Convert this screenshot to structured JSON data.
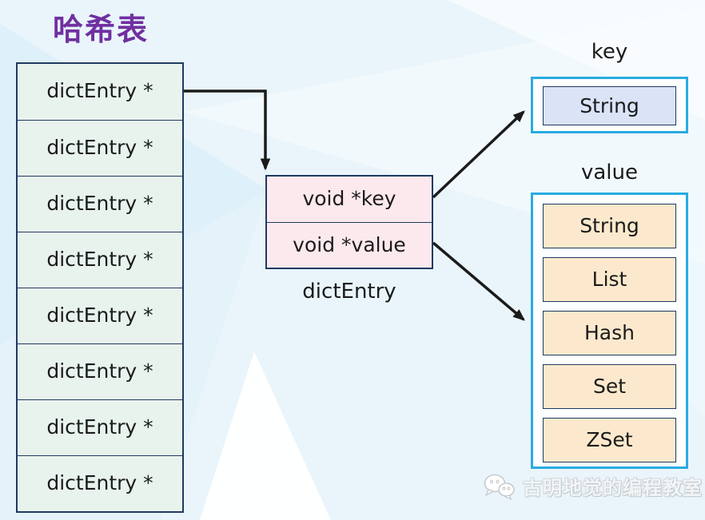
{
  "title": {
    "text": "哈希表"
  },
  "buckets": {
    "items": [
      "dictEntry *",
      "dictEntry *",
      "dictEntry *",
      "dictEntry *",
      "dictEntry *",
      "dictEntry *",
      "dictEntry *",
      "dictEntry *"
    ]
  },
  "entry": {
    "fields": [
      "void *key",
      "void *value"
    ],
    "caption": "dictEntry"
  },
  "key": {
    "label": "key",
    "items": [
      "String"
    ]
  },
  "value": {
    "label": "value",
    "items": [
      "String",
      "List",
      "Hash",
      "Set",
      "ZSet"
    ]
  },
  "watermark": {
    "text": "古明地觉的编程教室",
    "icon": "wechat-icon"
  },
  "colors": {
    "title_purple": "#7030a0",
    "accent_cyan": "#29abe2",
    "border_navy": "#1e3a5f",
    "bucket_fill": "#e8f3ee",
    "entry_fill": "#fce9ed",
    "key_type_fill": "#dbe3f7",
    "value_type_fill": "#fce9cd",
    "arrow_black": "#1b1b1b",
    "background_blue": "#e9f5fb"
  }
}
